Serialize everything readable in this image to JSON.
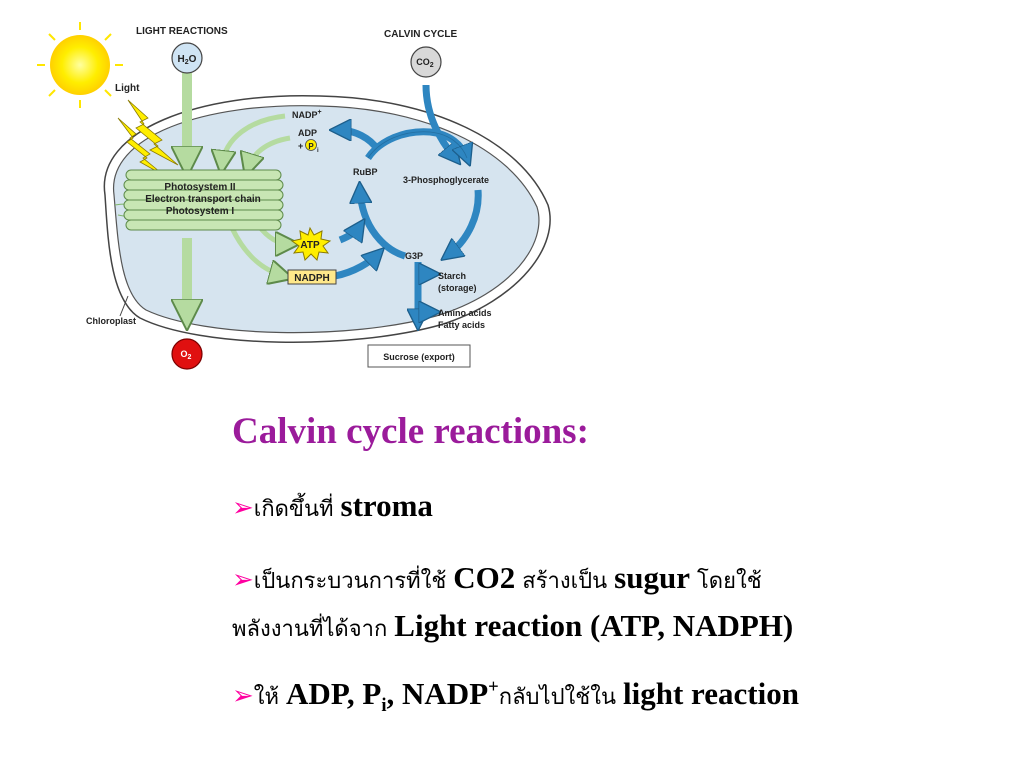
{
  "diagram": {
    "light_reactions_title": "LIGHT REACTIONS",
    "calvin_cycle_title": "CALVIN CYCLE",
    "h2o": "H",
    "h2o_sub": "2",
    "h2o_o": "O",
    "co2": "CO",
    "co2_sub": "2",
    "light": "Light",
    "nadp_plus": "NADP",
    "adp": "ADP",
    "pi_prefix": "+",
    "pi": "P",
    "pi_sub": "i",
    "rubp": "RuBP",
    "phosphoglycerate": "3-Phosphoglycerate",
    "photosystem_ii": "Photosystem II",
    "electron_transport_chain": "Electron transport chain",
    "photosystem_i": "Photosystem I",
    "atp": "ATP",
    "nadph": "NADPH",
    "g3p": "G3P",
    "starch": "Starch",
    "storage": "(storage)",
    "amino_acids": "Amino acids",
    "fatty_acids": "Fatty acids",
    "chloroplast": "Chloroplast",
    "o2": "O",
    "o2_sub": "2",
    "sucrose": "Sucrose (export)"
  },
  "text": {
    "heading": "Calvin cycle reactions:",
    "bullet1_thai": "เกิดขึ้นที่ ",
    "bullet1_en": "stroma",
    "bullet2_thai_a": "เป็นกระบวนการที่ใช้ ",
    "bullet2_en_a": "CO2",
    "bullet2_thai_b": " สร้างเป็น ",
    "bullet2_en_b": "sugur",
    "bullet2_thai_c": " โดยใช้",
    "bullet2_line2_thai": "พลังงานที่ได้จาก ",
    "bullet2_line2_en": "Light reaction (ATP, NADPH)",
    "bullet3_thai_a": "ให้ ",
    "bullet3_en_a": "ADP, P",
    "bullet3_sub": "i",
    "bullet3_en_b": ", NADP",
    "bullet3_sup": "+",
    "bullet3_thai_b": "กลับไปใช้ใน ",
    "bullet3_en_c": "light reaction"
  },
  "colors": {
    "heading": "#9b1b9b",
    "bullet_arrow": "#ff00a0",
    "chloroplast_fill": "#d6e4ef",
    "thylakoid": "#c8e6b4",
    "calvin_arrow": "#2e86c1",
    "light_arrow": "#b5dba0",
    "sun": "#ffee00",
    "o2": "#e01010"
  }
}
